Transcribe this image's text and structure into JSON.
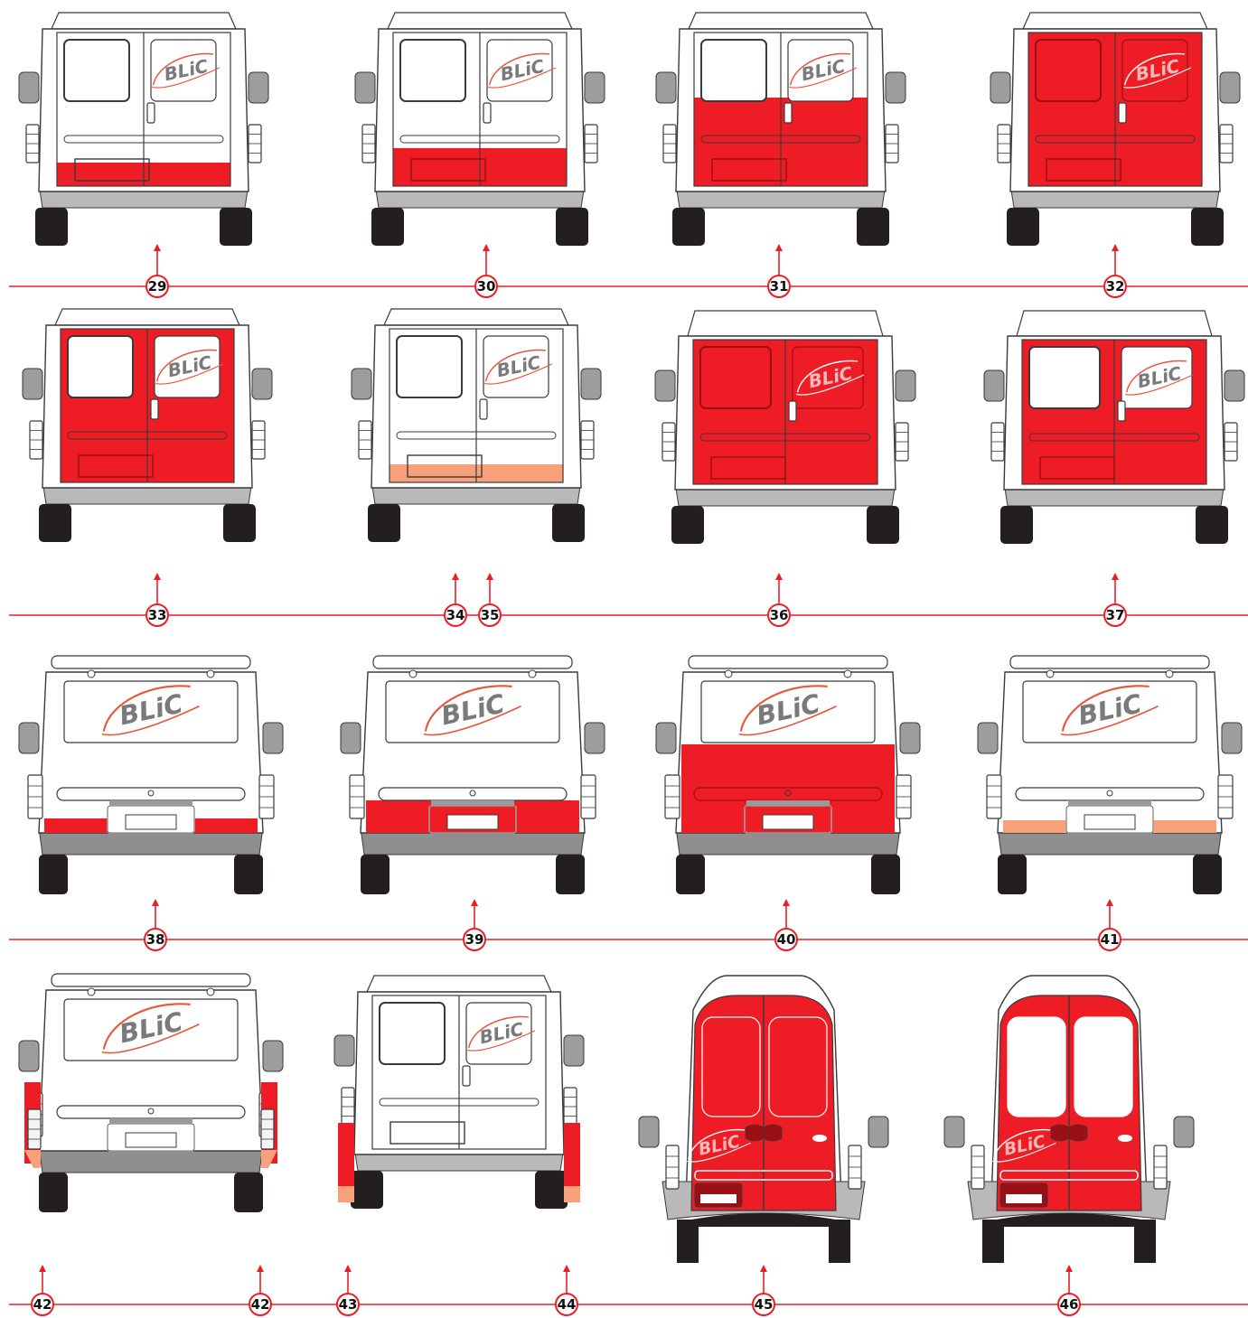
{
  "colors": {
    "red": "#ee1c25",
    "dark_red": "#9a0f14",
    "salmon": "#f7a07a",
    "grey": "#b9b9bb",
    "dark_grey": "#8f8f91",
    "black": "#231f20",
    "outline": "#3a3a3a",
    "logo_text": "#7a7a7a",
    "logo_swoosh": "#e8553a"
  },
  "logo_text": "BLiC",
  "icons": {
    "arrow": "arrow-up-icon",
    "callout": "numbered-circle-icon"
  },
  "rows": [
    {
      "vans": [
        {
          "style": "barn-short",
          "paint": "bottom-strip"
        },
        {
          "style": "barn-short",
          "paint": "bumper-strip"
        },
        {
          "style": "barn-short",
          "paint": "lower-half"
        },
        {
          "style": "barn-short",
          "paint": "full-doors"
        }
      ],
      "callouts": [
        "29",
        "30",
        "31",
        "32"
      ]
    },
    {
      "vans": [
        {
          "style": "barn-short",
          "paint": "doors-windows-cut"
        },
        {
          "style": "barn-short",
          "paint": "salmon-bottom"
        },
        {
          "style": "barn-wide",
          "paint": "full-doors"
        },
        {
          "style": "barn-wide",
          "paint": "doors-windows-cut"
        }
      ],
      "callouts": [
        "33",
        "34",
        "35",
        "36",
        "37"
      ]
    },
    {
      "vans": [
        {
          "style": "liftgate",
          "paint": "bottom-strip"
        },
        {
          "style": "liftgate",
          "paint": "bumper-strip"
        },
        {
          "style": "liftgate",
          "paint": "lower-half"
        },
        {
          "style": "liftgate",
          "paint": "salmon-bottom"
        }
      ],
      "callouts": [
        "38",
        "39",
        "40",
        "41"
      ]
    },
    {
      "vans": [
        {
          "style": "liftgate",
          "paint": "side-pillars"
        },
        {
          "style": "barn-short",
          "paint": "side-pillars"
        },
        {
          "style": "tall",
          "paint": "full-doors"
        },
        {
          "style": "tall",
          "paint": "doors-windows-cut"
        }
      ],
      "callouts": [
        "42",
        "42",
        "43",
        "44",
        "45",
        "46"
      ]
    }
  ]
}
